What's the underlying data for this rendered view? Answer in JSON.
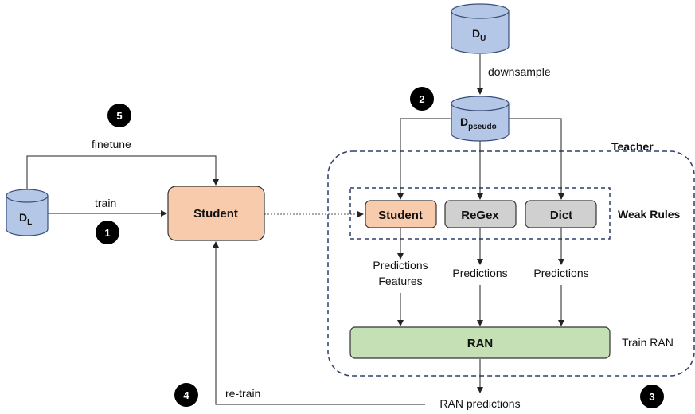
{
  "datasets": {
    "unlabeled": {
      "main": "D",
      "sub": "U"
    },
    "pseudo": {
      "main": "D",
      "sub": "pseudo"
    },
    "labeled": {
      "main": "D",
      "sub": "L"
    }
  },
  "edges": {
    "downsample": "downsample",
    "finetune": "finetune",
    "train": "train",
    "retrain": "re-train"
  },
  "steps": [
    "1",
    "2",
    "3",
    "4",
    "5"
  ],
  "boxes": {
    "student_main": "Student",
    "student_rule": "Student",
    "regex": "ReGex",
    "dict": "Dict",
    "ran": "RAN"
  },
  "groups": {
    "teacher": "Teacher",
    "weak_rules": "Weak Rules",
    "train_ran": "Train RAN"
  },
  "outputs": {
    "student_predictions": "Predictions",
    "student_features": "Features",
    "regex_predictions": "Predictions",
    "dict_predictions": "Predictions",
    "ran_predictions": "RAN predictions"
  },
  "colors": {
    "cylinder_fill": "#b4c7e7",
    "cylinder_stroke": "#3a4f7a",
    "student_fill": "#f8cbad",
    "rule_fill": "#d0d0d0",
    "ran_fill": "#c5e0b4",
    "group_border": "#2f3f6a",
    "badge": "#000000"
  }
}
